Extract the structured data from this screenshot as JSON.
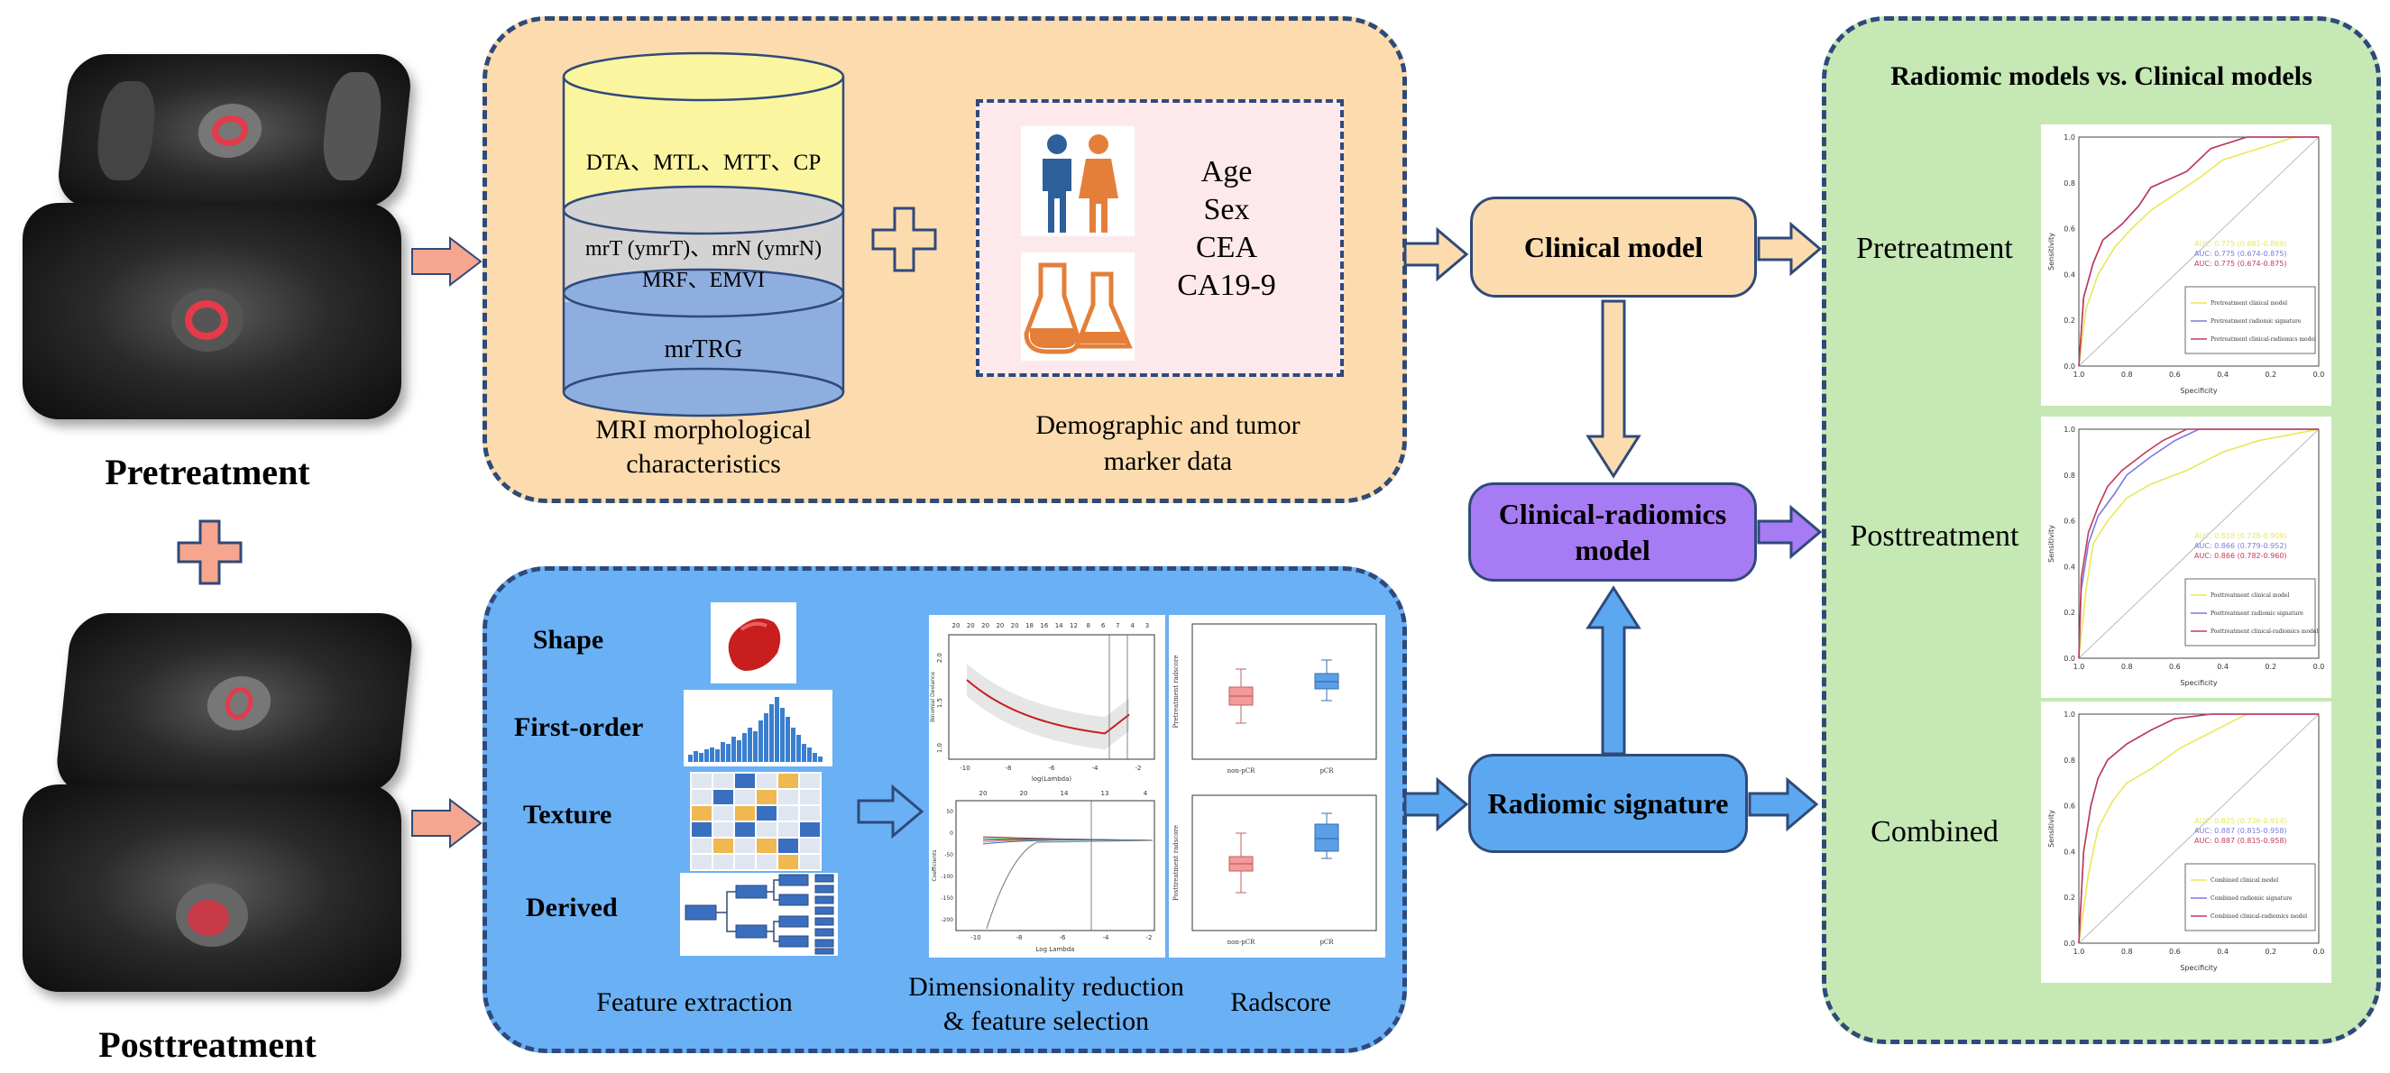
{
  "left": {
    "pretreatment_label": "Pretreatment",
    "posttreatment_label": "Posttreatment"
  },
  "mri_panel": {
    "db_labels": [
      "DTA、MTL、MTT、CP",
      "mrT (ymrT)、mrN (ymrN)",
      "MRF、EMVI",
      "mrTRG"
    ],
    "caption_line1": "MRI morphological",
    "caption_line2": "characteristics",
    "demo_items": [
      "Age",
      "Sex",
      "CEA",
      "CA19-9"
    ],
    "demo_caption_line1": "Demographic and tumor",
    "demo_caption_line2": "marker data",
    "icons": [
      "people-icon",
      "flask-icon"
    ]
  },
  "radiomics_panel": {
    "features": [
      "Shape",
      "First-order",
      "Texture",
      "Derived"
    ],
    "caption_feature": "Feature extraction",
    "caption_dim_line1": "Dimensionality reduction",
    "caption_dim_line2": "& feature selection",
    "caption_radscore": "Radscore",
    "lasso_top_ticks": [
      "20",
      "20",
      "20",
      "20",
      "20",
      "18",
      "16",
      "14",
      "12",
      "8",
      "6",
      "7",
      "4",
      "3"
    ],
    "lasso_xlabel": "log(Lambda)",
    "lasso_ylabel": "Binomial Deviance",
    "lasso_xticks": [
      "-10",
      "-8",
      "-6",
      "-4",
      "-2"
    ],
    "lasso_yticks": [
      "2.0",
      "1.5",
      "1.0"
    ],
    "coef_top_ticks": [
      "20",
      "20",
      "14",
      "13",
      "4"
    ],
    "coef_xlabel": "Log Lambda",
    "coef_ylabel": "Coefficients",
    "coef_yticks": [
      "50",
      "0",
      "-50",
      "-100",
      "-150",
      "-200"
    ],
    "coef_xticks": [
      "-10",
      "-8",
      "-6",
      "-4",
      "-2"
    ],
    "box_ylabel_top": "Pretreatment radscore",
    "box_ylabel_bottom": "Posttreatment radscore",
    "box_categories": [
      "non-pCR",
      "pCR"
    ]
  },
  "center": {
    "clinical_model": "Clinical model",
    "clinical_radiomics_line1": "Clinical-radiomics",
    "clinical_radiomics_line2": "model",
    "radiomic_signature": "Radiomic signature"
  },
  "right_panel": {
    "title": "Radiomic models vs. Clinical models",
    "rows": [
      {
        "label": "Pretreatment",
        "auc": [
          "AUC: 0.775 (0.681-0.869)",
          "AUC: 0.775 (0.674-0.875)",
          "AUC: 0.775 (0.674-0.875)"
        ],
        "legend": [
          "Pretreatment clinical model",
          "Pretreatment radiomic signature",
          "Pretreatment clinical-radiomics model"
        ]
      },
      {
        "label": "Posttreatment",
        "auc": [
          "AUC: 0.818 (0.728-0.909)",
          "AUC: 0.866 (0.779-0.952)",
          "AUC: 0.866 (0.782-0.960)"
        ],
        "legend": [
          "Posttreatment clinical model",
          "Posttreatment radiomic signature",
          "Posttreatment clinical-radiomics model"
        ]
      },
      {
        "label": "Combined",
        "auc": [
          "AUC: 0.825 (0.736-0.914)",
          "AUC: 0.887 (0.815-0.958)",
          "AUC: 0.887 (0.815-0.958)"
        ],
        "legend": [
          "Combined clinical model",
          "Combined radiomic signature",
          "Combined clinical-radiomics model"
        ]
      }
    ],
    "roc_xlabel": "Specificity",
    "roc_ylabel": "Sensitivity",
    "roc_xticks": [
      "1.0",
      "0.8",
      "0.6",
      "0.4",
      "0.2",
      "0.0"
    ],
    "roc_yticks": [
      "0.0",
      "0.2",
      "0.4",
      "0.6",
      "0.8",
      "1.0"
    ]
  },
  "colors": {
    "orange_panel": "#fcdcae",
    "blue_panel": "#6ab0f5",
    "green_panel": "#c5e8b5",
    "clinical_box": "#fcdcae",
    "cr_box": "#a77bf3",
    "radiomic_box": "#5ca8f0",
    "arrow_salmon": "#f6a68f",
    "db_top": "#fcf5a0",
    "db_mid": "#d3d3d3",
    "db_bottom": "#8eaee0",
    "roc_yellow": "#e8e85a",
    "roc_blue": "#7a7ae0",
    "roc_red": "#c23a5a"
  }
}
